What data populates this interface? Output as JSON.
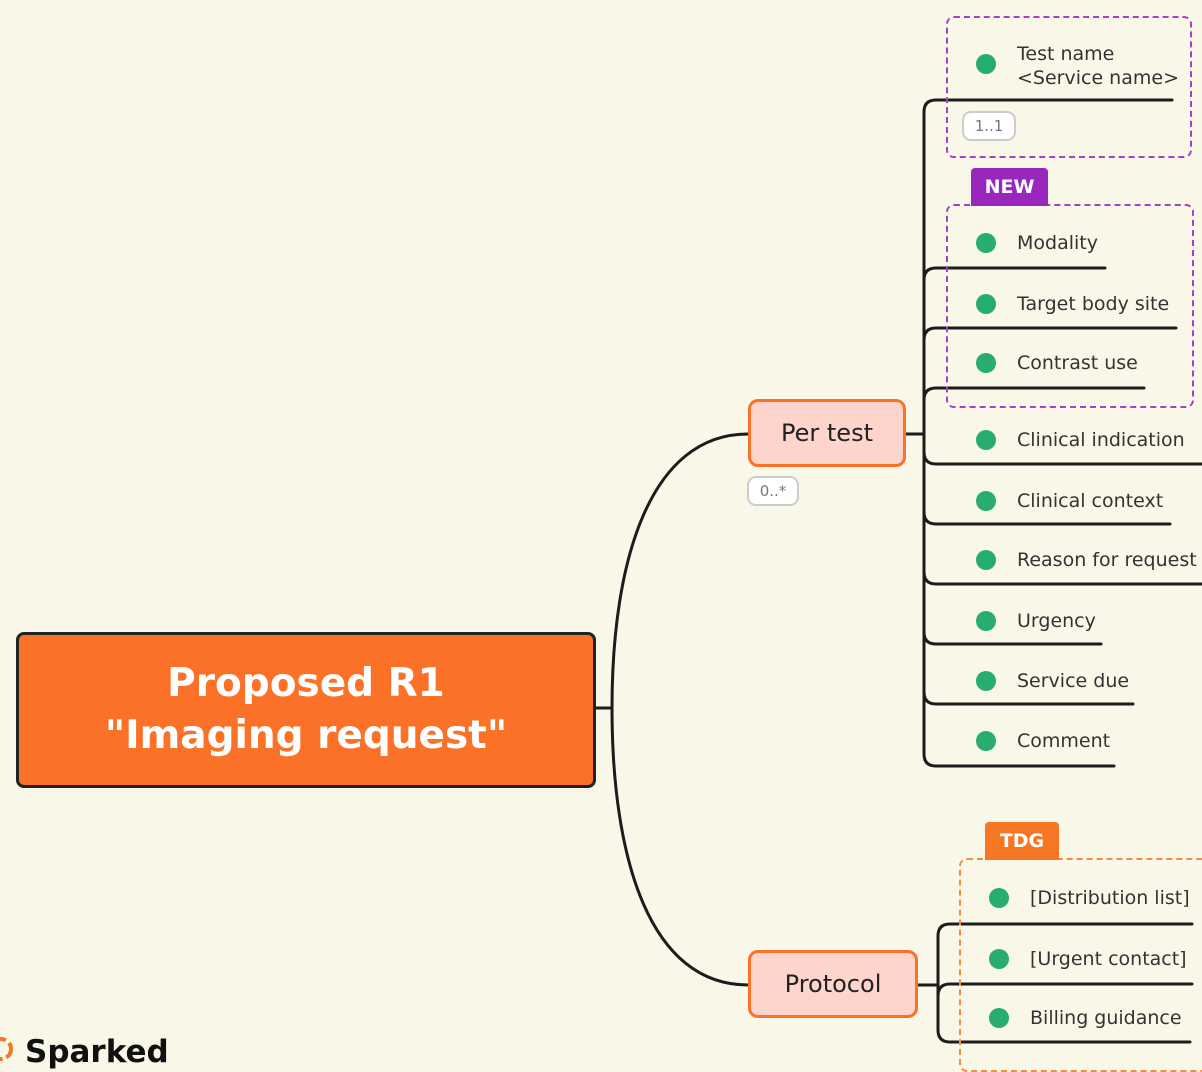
{
  "root": {
    "line1": "Proposed R1",
    "line2": "\"Imaging request\""
  },
  "branches": {
    "per_test": {
      "label": "Per test",
      "cardinality": "0..*"
    },
    "protocol": {
      "label": "Protocol"
    }
  },
  "groups": {
    "test_name": {
      "cardinality": "1..1"
    },
    "new": {
      "tag": "NEW"
    },
    "tdg": {
      "tag": "TDG"
    }
  },
  "leaves": {
    "test_name": {
      "line1": "Test name",
      "line2": "<Service name>"
    },
    "modality": "Modality",
    "target_body_site": "Target body site",
    "contrast_use": "Contrast use",
    "clinical_indication": "Clinical indication",
    "clinical_context": "Clinical context",
    "reason_for_request": "Reason for request",
    "urgency": "Urgency",
    "service_due": "Service due",
    "comment": "Comment",
    "distribution_list": "[Distribution list]",
    "urgent_contact": "[Urgent contact]",
    "billing_guidance": "Billing guidance"
  },
  "logo": {
    "text": "Sparked"
  },
  "colors": {
    "background": "#f9f8e8",
    "root": "#fb7127",
    "branch_fill": "#fdd5cd",
    "branch_border": "#fb7127",
    "dot": "#27ad6e",
    "new_group": "#a640c6",
    "tdg_group": "#f58b45"
  }
}
